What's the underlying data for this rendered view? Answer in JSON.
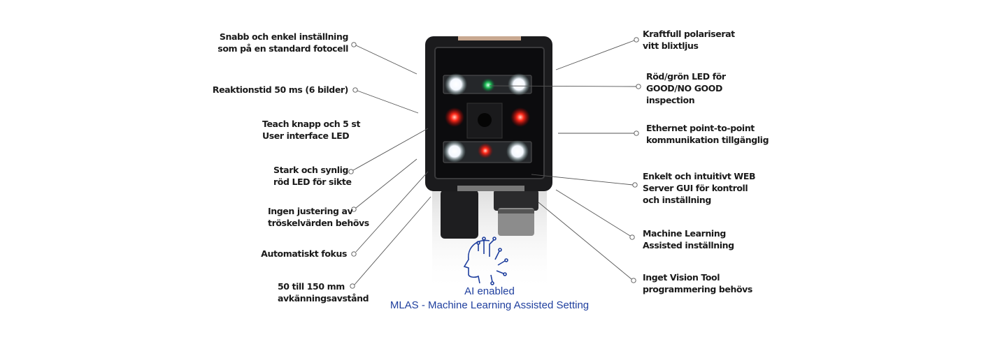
{
  "left_labels": [
    {
      "line1": "Snabb och enkel inställning",
      "line2": "som på en standard fotocell"
    },
    {
      "line1": "Reaktionstid 50 ms (6 bilder)"
    },
    {
      "line1": "Teach knapp och 5 st",
      "line2": "User interface LED"
    },
    {
      "line1": "Stark och synlig",
      "line2": "röd LED för sikte"
    },
    {
      "line1": "Ingen justering av",
      "line2": "tröskelvärden behövs"
    },
    {
      "line1": "Automatiskt fokus"
    },
    {
      "line1": "50 till 150 mm",
      "line2": "avkänningsavstånd"
    }
  ],
  "right_labels": [
    {
      "line1": "Kraftfull polariserat",
      "line2": "vitt blixtljus"
    },
    {
      "line1": "Röd/grön LED för",
      "line2": "GOOD/NO GOOD",
      "line3": "inspection"
    },
    {
      "line1": "Ethernet point-to-point",
      "line2": "kommunikation tillgänglig"
    },
    {
      "line1": "Enkelt och intuitivt WEB",
      "line2": "Server GUI för kontroll",
      "line3": "och inställning"
    },
    {
      "line1": "Machine Learning",
      "line2": "Assisted inställning"
    },
    {
      "line1": "Inget Vision Tool",
      "line2": "programmering behövs"
    }
  ],
  "caption": {
    "line1": "AI enabled",
    "line2": "MLAS - Machine Learning Assisted Setting"
  },
  "colors": {
    "caption": "#1f3f9e",
    "body": "#1b1b1d",
    "led_red": "#ff2a1a",
    "led_green": "#22c25a",
    "led_white": "#ffffff"
  },
  "icons": [
    "ai-head-circuit-icon"
  ]
}
